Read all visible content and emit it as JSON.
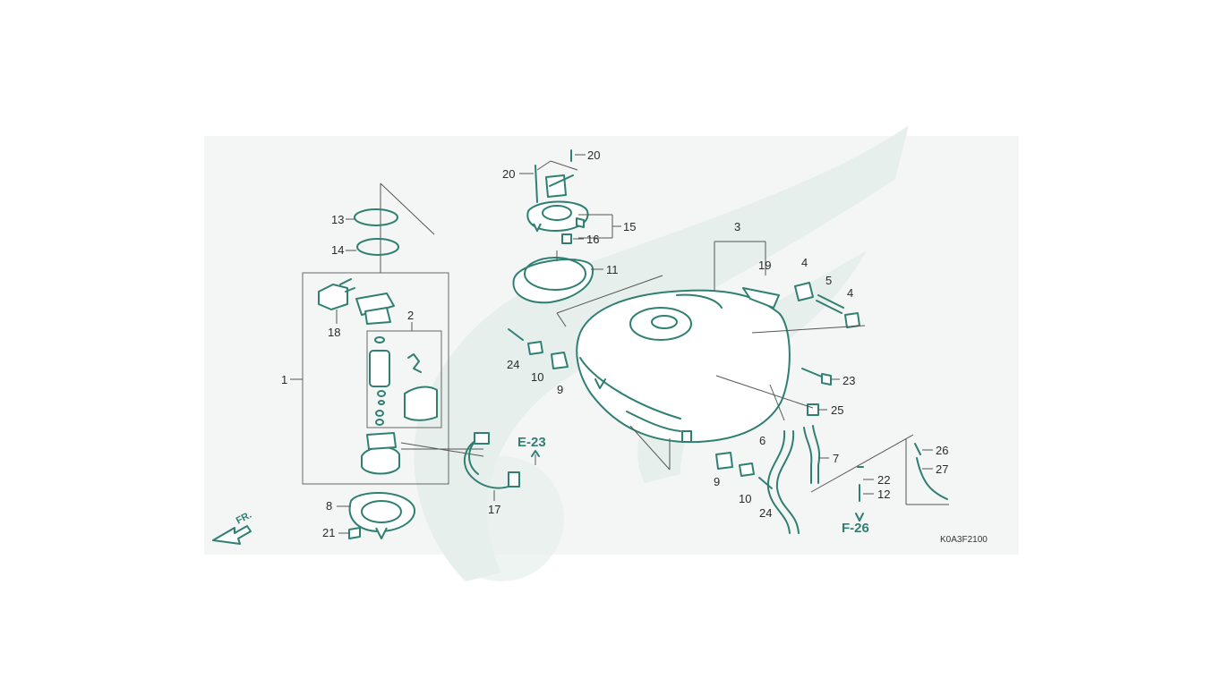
{
  "diagram": {
    "code": "K0A3F2100",
    "front_marker": "FR.",
    "references": [
      "E-23",
      "F-26"
    ],
    "callouts": [
      "1",
      "2",
      "3",
      "4",
      "4",
      "5",
      "6",
      "7",
      "8",
      "9",
      "9",
      "10",
      "10",
      "11",
      "12",
      "13",
      "14",
      "15",
      "16",
      "17",
      "18",
      "19",
      "20",
      "20",
      "21",
      "22",
      "23",
      "24",
      "24",
      "25",
      "26",
      "27"
    ]
  }
}
